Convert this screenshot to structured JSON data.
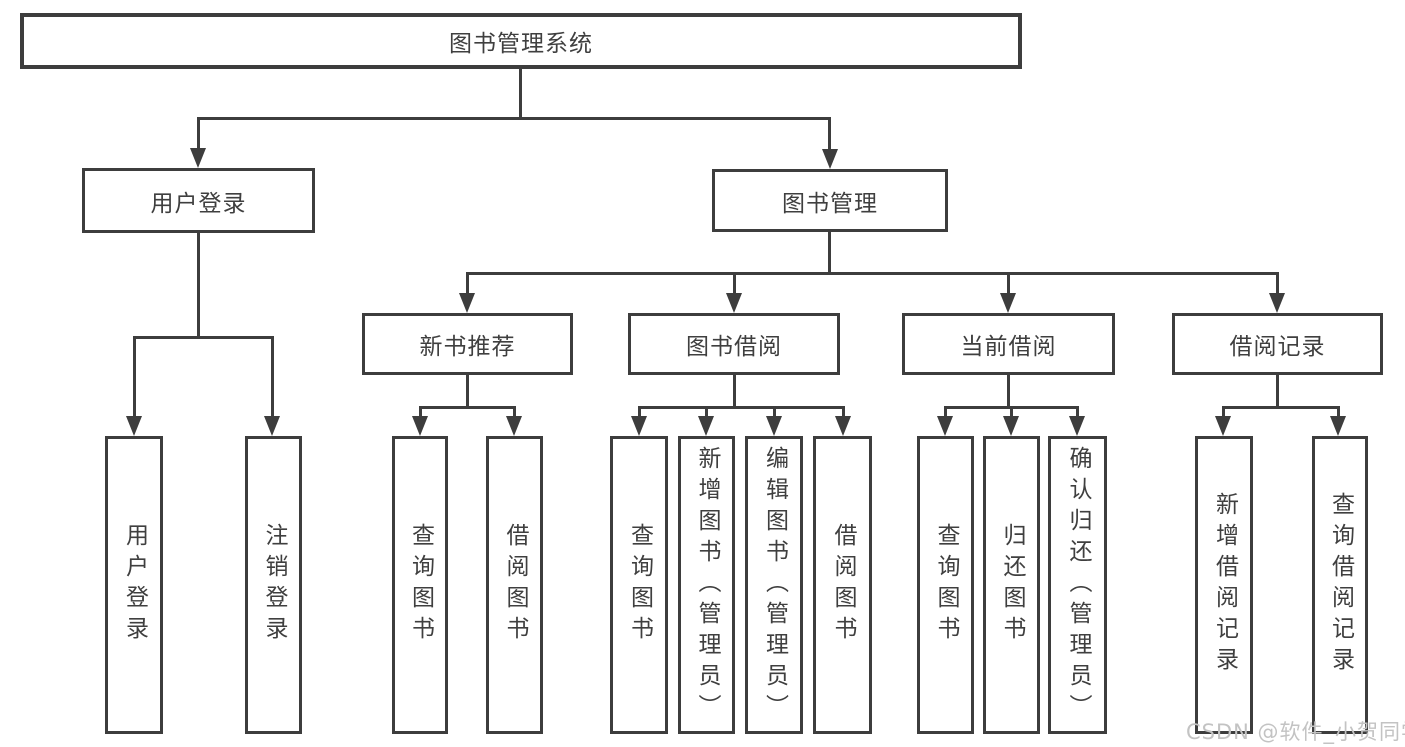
{
  "diagram": {
    "root": {
      "label": "图书管理系统"
    },
    "branches": [
      {
        "label": "用户登录",
        "children": [
          {
            "label": "用户登录"
          },
          {
            "label": "注销登录"
          }
        ]
      },
      {
        "label": "图书管理",
        "children": [
          {
            "label": "新书推荐",
            "children": [
              {
                "label": "查询图书"
              },
              {
                "label": "借阅图书"
              }
            ]
          },
          {
            "label": "图书借阅",
            "children": [
              {
                "label": "查询图书"
              },
              {
                "label": "新增图书（管理员）"
              },
              {
                "label": "编辑图书（管理员）"
              },
              {
                "label": "借阅图书"
              }
            ]
          },
          {
            "label": "当前借阅",
            "children": [
              {
                "label": "查询图书"
              },
              {
                "label": "归还图书"
              },
              {
                "label": "确认归还（管理员）"
              }
            ]
          },
          {
            "label": "借阅记录",
            "children": [
              {
                "label": "新增借阅记录"
              },
              {
                "label": "查询借阅记录"
              }
            ]
          }
        ]
      }
    ],
    "watermark": "CSDN @软件_小贺同学",
    "colors": {
      "line": "#3d3d3d",
      "text": "#3f3f3f",
      "watermark": "#c3c3c3",
      "background": "#ffffff"
    }
  }
}
